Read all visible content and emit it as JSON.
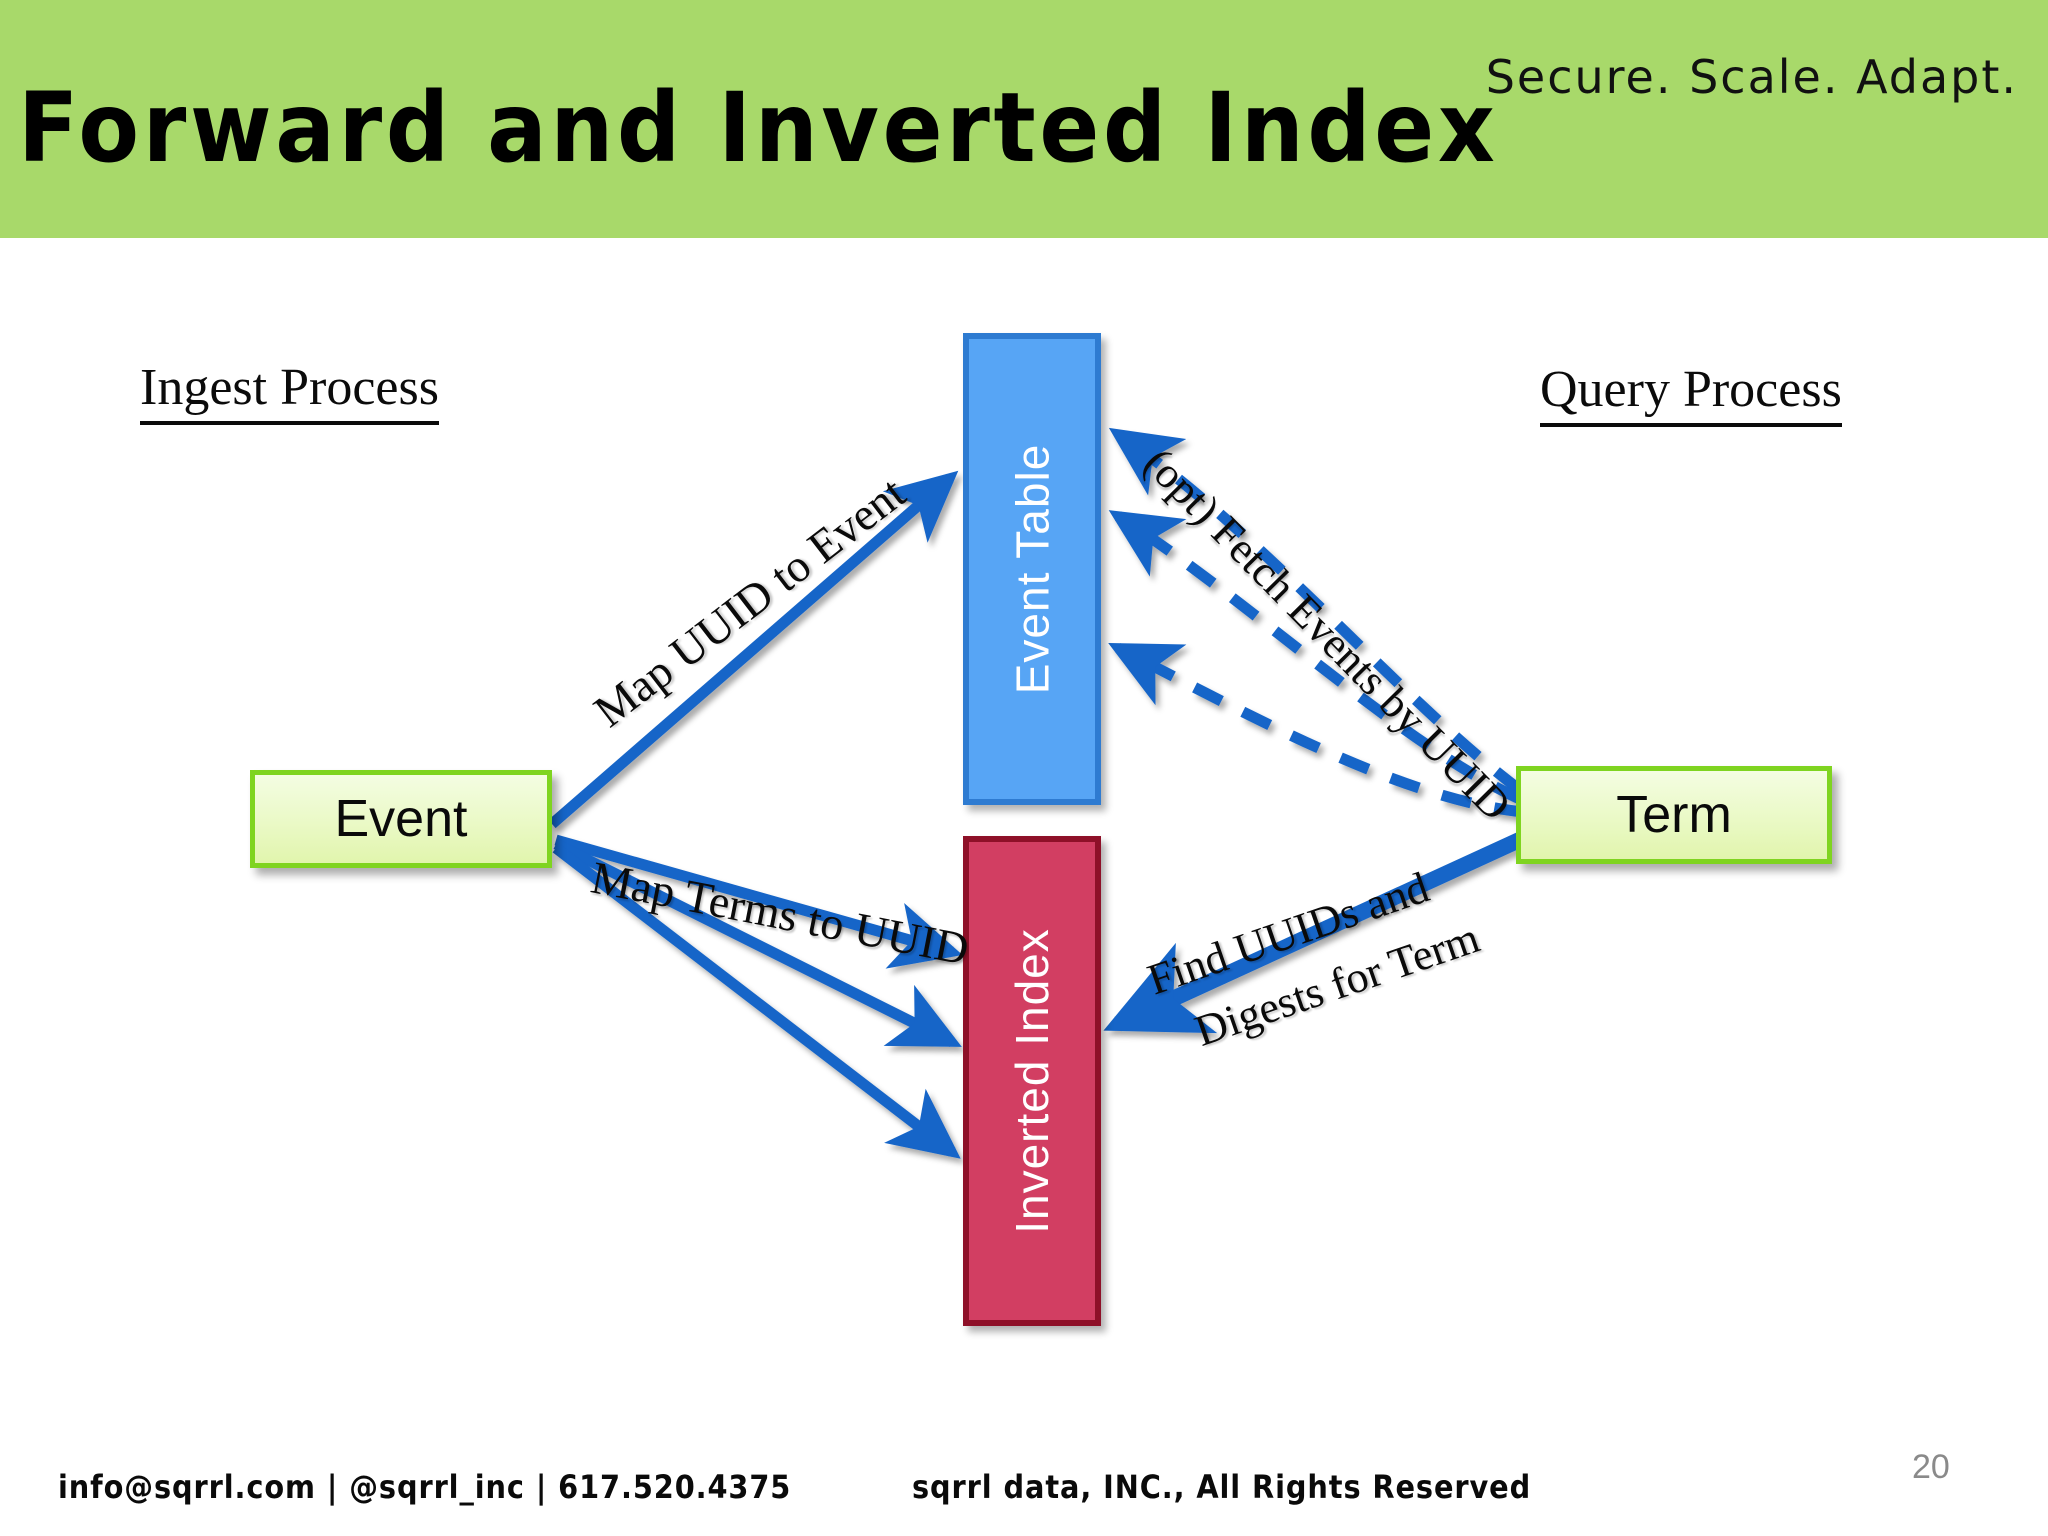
{
  "header": {
    "title": "Forward and Inverted Index",
    "tagline": "Secure.   Scale.   Adapt.",
    "band_color": "#a8d96a"
  },
  "diagram": {
    "sections": {
      "left_heading": "Ingest Process",
      "right_heading": "Query Process"
    },
    "nodes": [
      {
        "id": "event",
        "label": "Event",
        "kind": "entity",
        "fill": "#eaf9c6",
        "border": "#7fd420"
      },
      {
        "id": "event-table",
        "label": "Event Table",
        "kind": "store",
        "fill": "#57a5f5",
        "border": "#2e7bd1",
        "text_color": "#ffffff",
        "orientation": "vertical"
      },
      {
        "id": "inverted-index",
        "label": "Inverted Index",
        "kind": "store",
        "fill": "#d23e62",
        "border": "#8e1028",
        "text_color": "#ffffff",
        "orientation": "vertical"
      },
      {
        "id": "term",
        "label": "Term",
        "kind": "entity",
        "fill": "#eaf9c6",
        "border": "#7fd420"
      }
    ],
    "edges": [
      {
        "id": "map-uuid-to-event",
        "label": "Map UUID to Event",
        "from": "event",
        "to": "event-table",
        "style": "solid",
        "color": "#1565c8"
      },
      {
        "id": "map-terms-to-uuid",
        "label": "Map Terms to UUID",
        "from": "event",
        "to": "inverted-index",
        "style": "solid",
        "color": "#1565c8",
        "multiplicity": 3
      },
      {
        "id": "fetch-events-by-uuid",
        "label": "(opt) Fetch Events by UUID",
        "from": "term",
        "to": "event-table",
        "style": "dashed",
        "color": "#1565c8",
        "multiplicity": 3
      },
      {
        "id": "find-uuids-for-term",
        "label_line1": "Find UUIDs and",
        "label_line2": "Digests for Term",
        "from": "term",
        "to": "inverted-index",
        "style": "solid",
        "color": "#1565c8"
      }
    ]
  },
  "footer": {
    "contact": "info@sqrrl.com  |  @sqrrl_inc  |  617.520.4375",
    "copyright": "sqrrl data, INC.,   All Rights Reserved",
    "page_number": "20"
  }
}
